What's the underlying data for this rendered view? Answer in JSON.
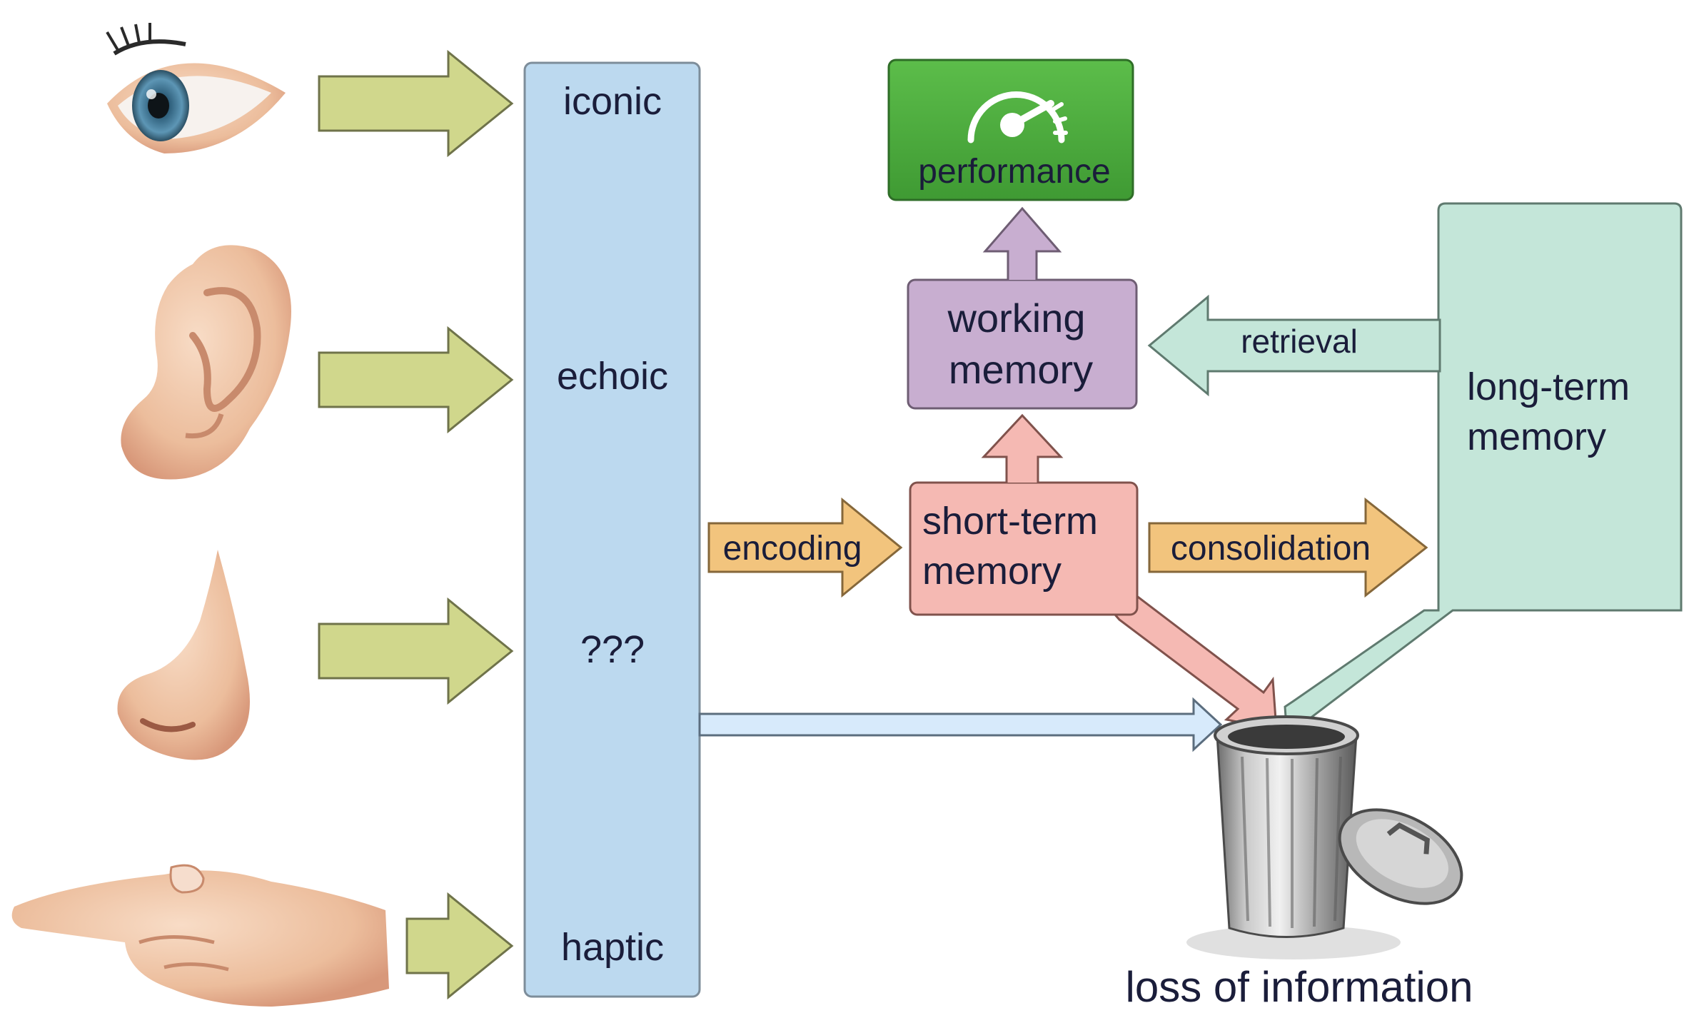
{
  "sensory": {
    "iconic": "iconic",
    "echoic": "echoic",
    "unknown": "???",
    "haptic": "haptic"
  },
  "process": {
    "encoding": "encoding",
    "consolidation": "consolidation",
    "retrieval": "retrieval"
  },
  "stores": {
    "performance": "performance",
    "working_line1": "working",
    "working_line2": "memory",
    "short_line1": "short-term",
    "short_line2": "memory",
    "long_line1": "long-term",
    "long_line2": "memory"
  },
  "loss": "loss of information",
  "colors": {
    "sensory_arrow": "#d0d78c",
    "sensory_box": "#bcd9ef",
    "process_arrow": "#f2c47d",
    "short_term": "#f5b9b3",
    "working": "#c8aed0",
    "performance": "#4aaa3c",
    "long_term": "#c4e6d9",
    "loss_arrow": "#d7eafb"
  }
}
